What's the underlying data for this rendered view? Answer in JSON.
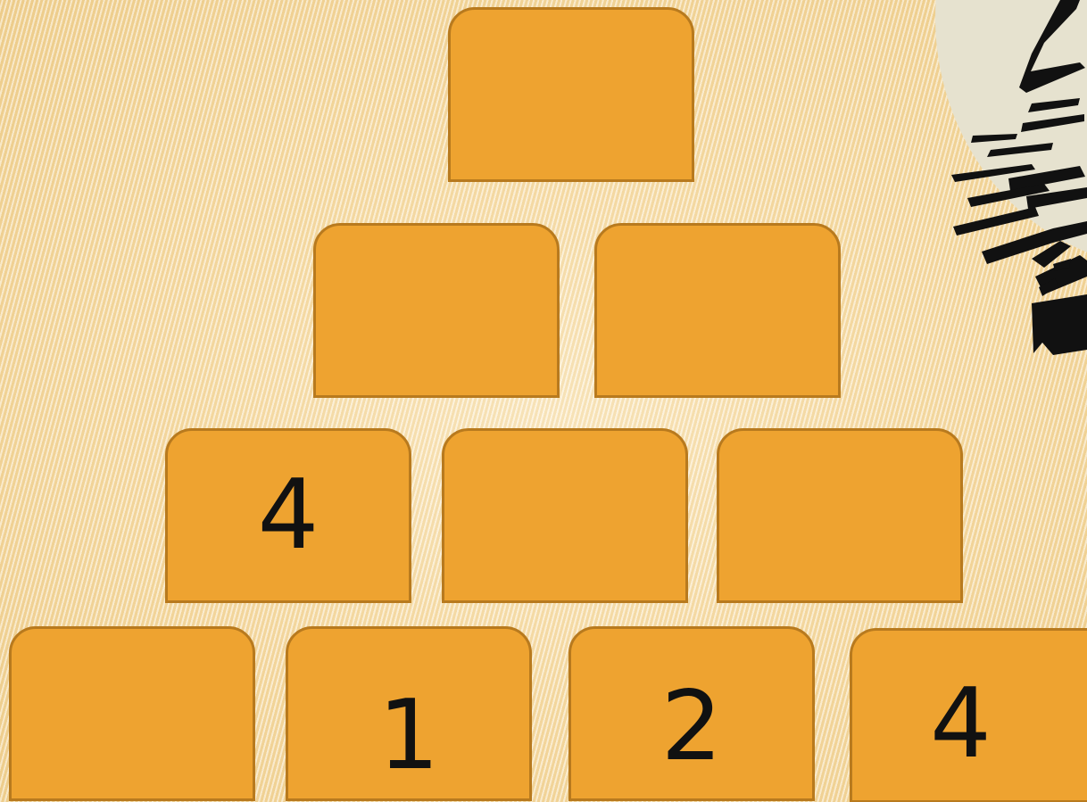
{
  "colors": {
    "block_fill": "#eea330",
    "block_border": "#b87a1e",
    "number_color": "#111111",
    "background": "#f6dba4"
  },
  "pyramid": {
    "row1": [
      ""
    ],
    "row2": [
      "",
      ""
    ],
    "row3": [
      "4",
      "",
      ""
    ],
    "row4": [
      "",
      "1",
      "2",
      "4"
    ]
  }
}
